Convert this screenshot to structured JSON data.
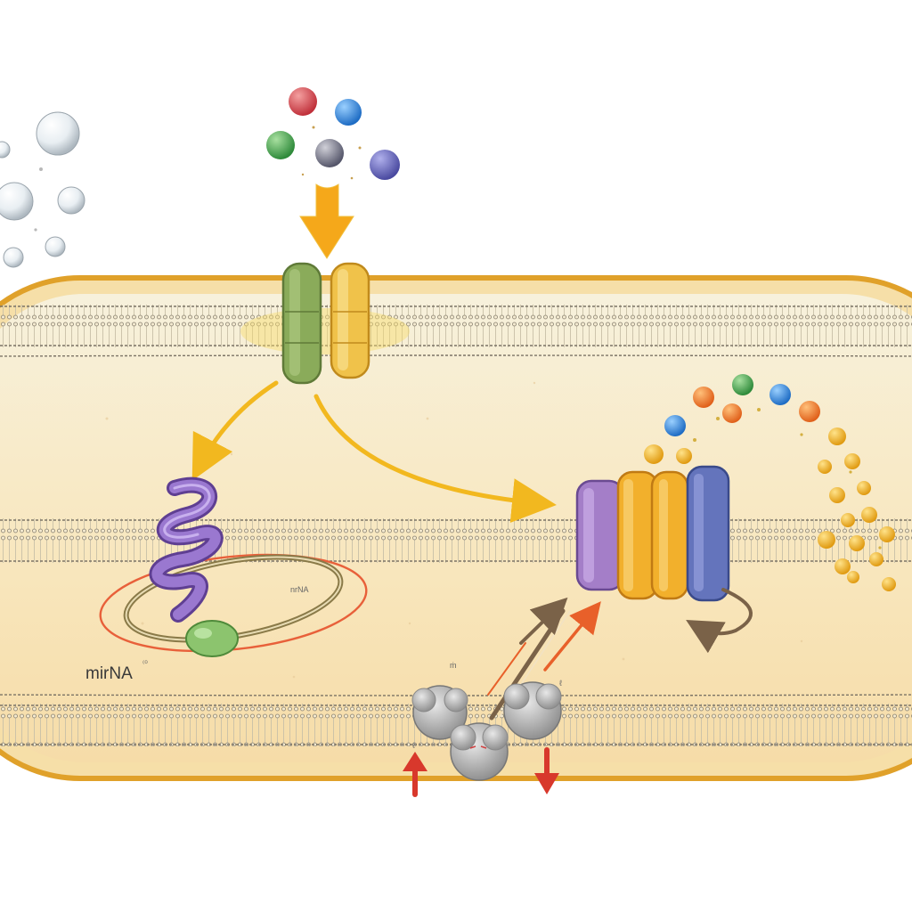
{
  "labels": {
    "mrna": "mirNA",
    "mrna_mark": "⁽⁰",
    "ring_note": "nrNA",
    "channel_note": "ṁ",
    "bottom_note_left": "ℓ",
    "bottom_note_right": "ℓ"
  },
  "colors": {
    "cell_outline": "#e0a12a",
    "cell_fill": "#f8ecc8",
    "membrane": "#7c7466",
    "receptor_left": "#8aab5a",
    "receptor_right": "#f0c24a",
    "arrow_yellow": "#f2b81f",
    "arrow_red": "#d8382c",
    "helix": "#8f6cc4",
    "bead": "#8cc46e",
    "pump_purple": "#a47ec8",
    "pump_orange": "#f2b02c",
    "pump_blue": "#6474bc",
    "ball_gray": "#bdbdbd",
    "particle_yellow": "#f4b628"
  },
  "icons": {
    "receptor": "receptor-icon",
    "pump": "membrane-pump-icon",
    "helix": "mrna-helix-icon",
    "ribosome": "ribosome-cluster-icon"
  }
}
